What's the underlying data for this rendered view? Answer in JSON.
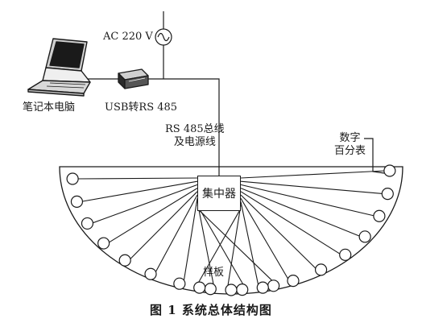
{
  "power_label": "AC 220 V",
  "laptop_label": "笔记本电脑",
  "converter_label": "USB转RS 485",
  "bus_label_line1": "RS 485总线",
  "bus_label_line2": "及电源线",
  "gauge_label_line1": "数字",
  "gauge_label_line2": "百分表",
  "hub_label": "集中器",
  "plate_label": "样板",
  "caption": "图 1  系统总体结构图"
}
